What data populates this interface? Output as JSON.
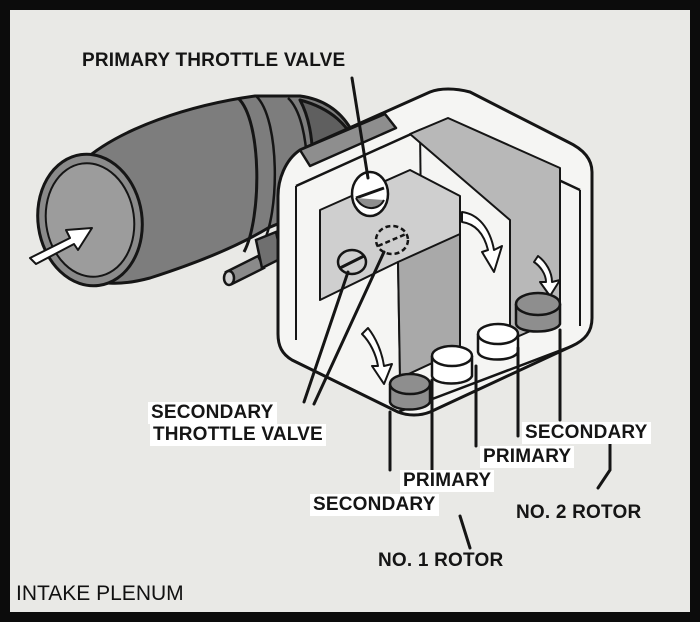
{
  "labels": {
    "primary_throttle_valve": "PRIMARY THROTTLE VALVE",
    "secondary_throttle_valve_line1": "SECONDARY",
    "secondary_throttle_valve_line2": "THROTTLE VALVE",
    "no2_secondary": "SECONDARY",
    "no2_primary": "PRIMARY",
    "no1_primary": "PRIMARY",
    "no1_secondary": "SECONDARY",
    "no2_rotor": "NO. 2 ROTOR",
    "no1_rotor": "NO. 1 ROTOR"
  },
  "caption": "INTAKE PLENUM",
  "colors": {
    "background": "#e9e9e6",
    "frame": "#0c0c0c",
    "ink": "#151515",
    "tube_shade": "#7d7d7d",
    "box_shade": "#a9a9a9",
    "port_fill": "#8e8e8e"
  },
  "icons": {
    "intake_arrow": "flow-arrow-icon",
    "flow_arrows": "curved-flow-arrow-icon"
  }
}
